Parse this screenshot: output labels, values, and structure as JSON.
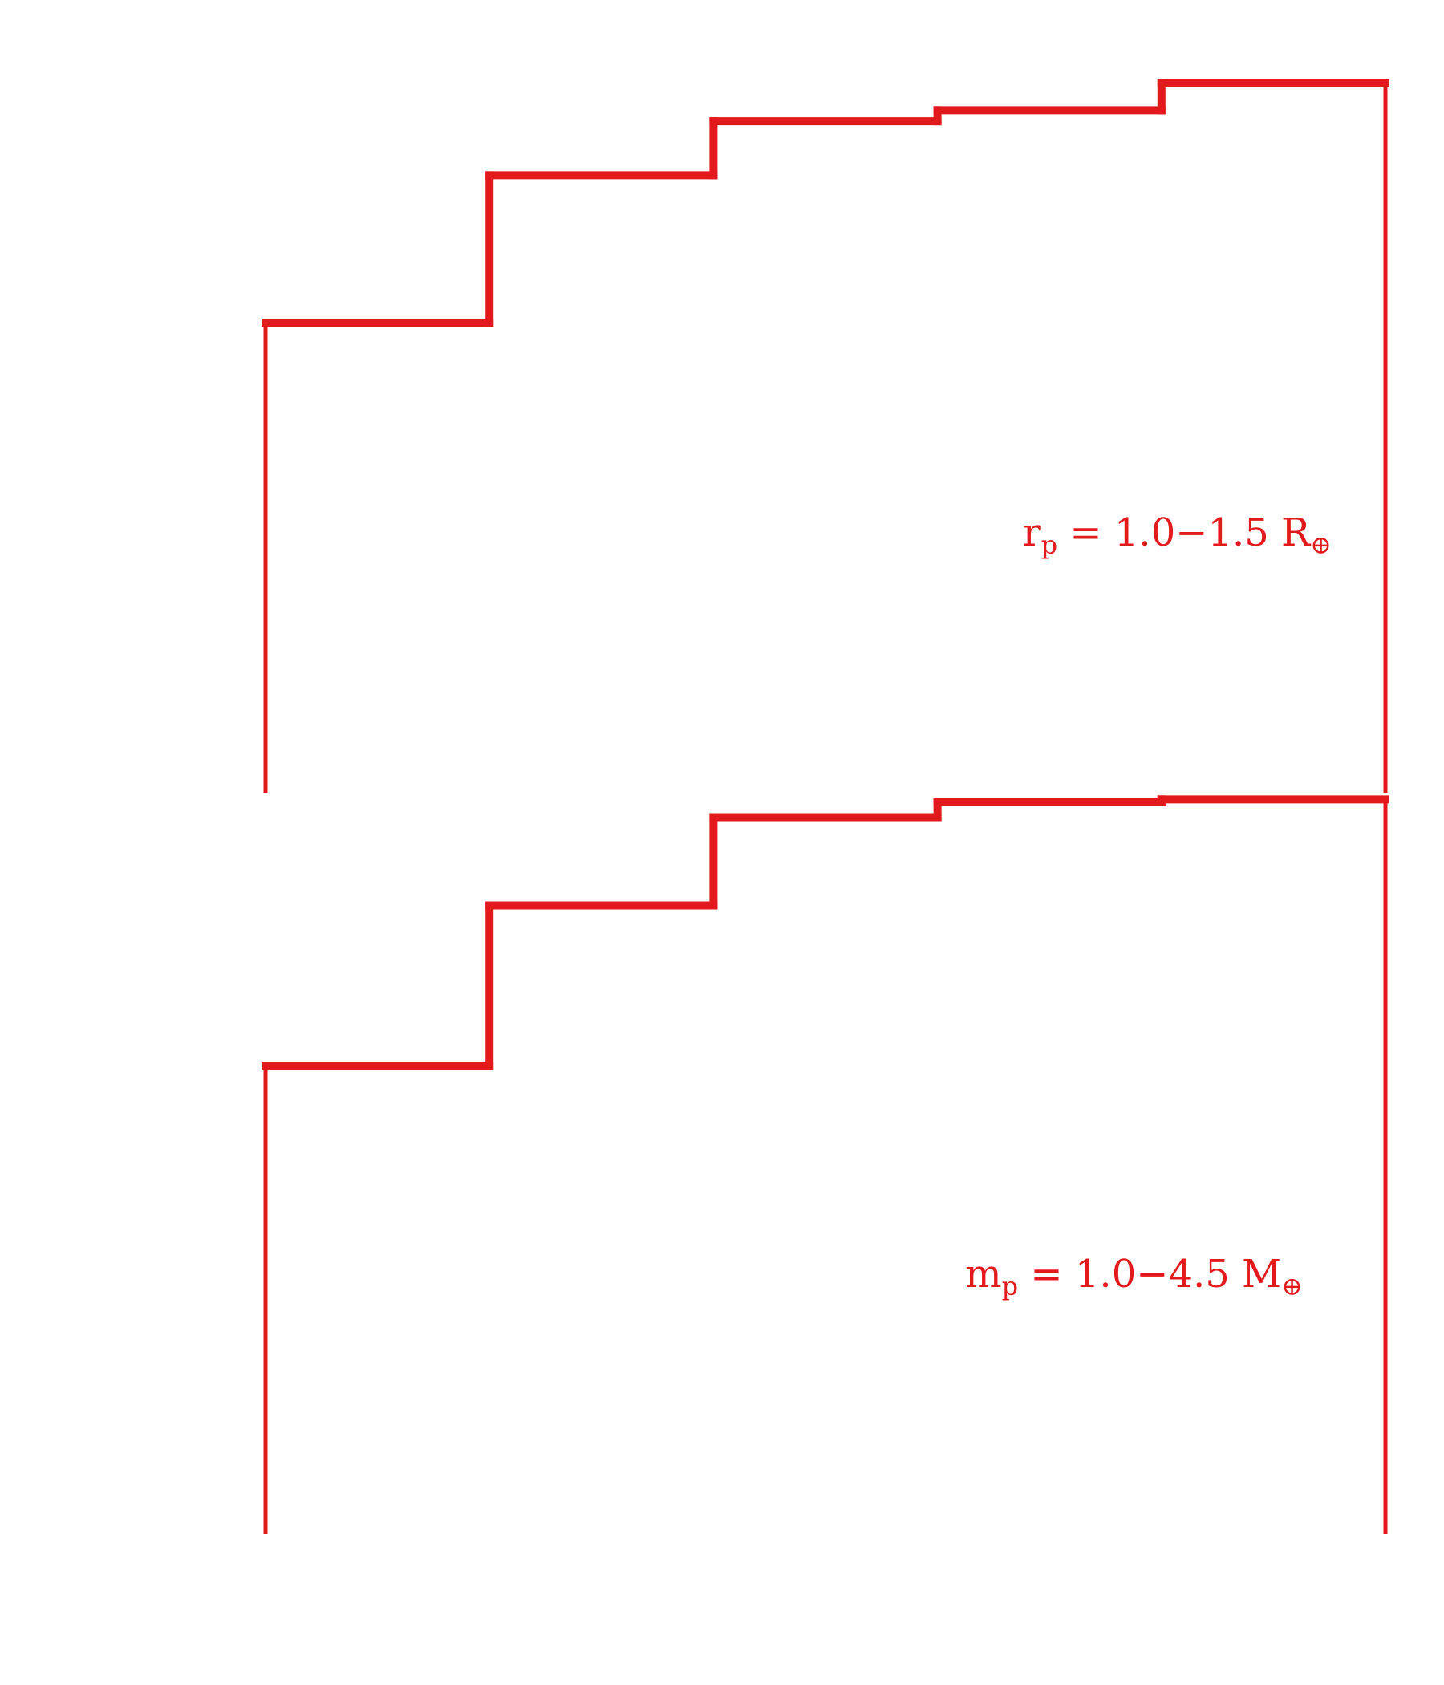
{
  "chart_data": [
    {
      "type": "step",
      "title": "",
      "xlabel": "",
      "ylabel": "",
      "grid": false,
      "color": "#e31a1c",
      "annotation": {
        "symbol": "r",
        "subscript": "p",
        "text": " = 1.0−1.5 R",
        "unit_subscript": "⊕"
      },
      "x_edges": [
        0,
        1,
        2,
        3,
        4,
        5
      ],
      "values": [
        0.593,
        0.779,
        0.847,
        0.861,
        0.895
      ],
      "xlim": [
        0,
        5
      ],
      "ylim": [
        0,
        1
      ],
      "annotation_position": "center-right"
    },
    {
      "type": "step",
      "title": "",
      "xlabel": "",
      "ylabel": "",
      "grid": false,
      "color": "#e31a1c",
      "annotation": {
        "symbol": "m",
        "subscript": "p",
        "text": " = 1.0−4.5 M",
        "unit_subscript": "⊕"
      },
      "x_edges": [
        0,
        1,
        2,
        3,
        4,
        5
      ],
      "values": [
        0.631,
        0.848,
        0.967,
        0.987,
        0.991
      ],
      "xlim": [
        0,
        5
      ],
      "ylim": [
        0,
        1
      ],
      "annotation_position": "lower-right"
    }
  ]
}
